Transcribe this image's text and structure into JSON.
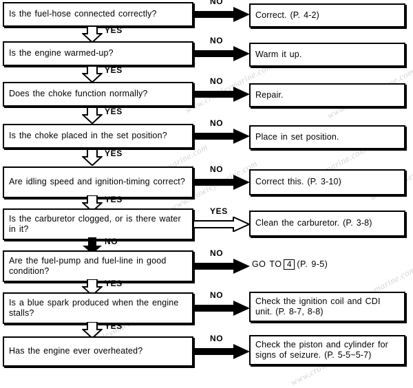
{
  "diagram": {
    "title": "Engine troubleshooting flowchart",
    "ink_color": "#000000",
    "background_color": "#ffffff",
    "watermark_text": "www.crowleymarine.com",
    "steps": [
      {
        "question": "Is the fuel-hose connected correctly?",
        "down_label": "YES",
        "down_style": "hollow",
        "side_label": "NO",
        "side_style": "solid",
        "answer": "Correct. (P. 4-2)",
        "answer_boxed": true
      },
      {
        "question": "Is the engine warmed-up?",
        "down_label": "YES",
        "down_style": "hollow",
        "side_label": "NO",
        "side_style": "solid",
        "answer": "Warm it up.",
        "answer_boxed": true
      },
      {
        "question": "Does the choke function normally?",
        "down_label": "YES",
        "down_style": "hollow",
        "side_label": "NO",
        "side_style": "solid",
        "answer": "Repair.",
        "answer_boxed": true
      },
      {
        "question": "Is the choke placed in the set position?",
        "down_label": "YES",
        "down_style": "hollow",
        "side_label": "NO",
        "side_style": "solid",
        "answer": "Place in set position.",
        "answer_boxed": true
      },
      {
        "question": "Are idling speed and ignition-timing correct?",
        "down_label": "YES",
        "down_style": "hollow",
        "side_label": "NO",
        "side_style": "solid",
        "answer": "Correct this. (P. 3-10)",
        "answer_boxed": true
      },
      {
        "question": "Is the carburetor clogged, or is there water in it?",
        "down_label": "NO",
        "down_style": "solid",
        "side_label": "YES",
        "side_style": "hollow",
        "answer": "Clean the carburetor. (P. 3-8)",
        "answer_boxed": true
      },
      {
        "question": "Are the fuel-pump and fuel-line in good condition?",
        "down_label": "YES",
        "down_style": "hollow",
        "side_label": "NO",
        "side_style": "solid",
        "answer_prefix": "GO TO",
        "answer_ref": "4",
        "answer_suffix": "(P. 9-5)",
        "answer_boxed": false
      },
      {
        "question": "Is a blue spark produced when the engine stalls?",
        "down_label": "YES",
        "down_style": "hollow",
        "side_label": "NO",
        "side_style": "solid",
        "answer": "Check the ignition coil and CDI unit. (P. 8-7, 8-8)",
        "answer_boxed": true
      },
      {
        "question": "Has the engine ever overheated?",
        "down_label": "",
        "down_style": "none",
        "side_label": "NO",
        "side_style": "solid",
        "answer": "Check the piston and cylinder for signs of seizure. (P. 5-5~5-7)",
        "answer_boxed": true
      }
    ]
  }
}
